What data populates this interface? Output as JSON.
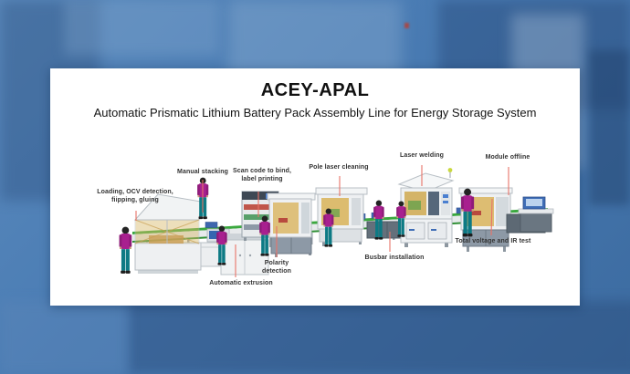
{
  "header": {
    "title": "ACEY-APAL",
    "subtitle": "Automatic Prismatic Lithium Battery Pack Assembly Line for Energy Storage System"
  },
  "diagram": {
    "stations": [
      {
        "id": "loading-ocv",
        "label": "Loading, OCV detection,\nfiipping, gluing"
      },
      {
        "id": "manual-stacking",
        "label": "Manual stacking"
      },
      {
        "id": "scan-code",
        "label": "Scan code to bind,\nlabel printing"
      },
      {
        "id": "pole-laser-cleaning",
        "label": "Pole laser cleaning"
      },
      {
        "id": "laser-welding",
        "label": "Laser welding"
      },
      {
        "id": "module-offline",
        "label": "Module offline"
      },
      {
        "id": "polarity-detection",
        "label": "Polarity\ndetection"
      },
      {
        "id": "automatic-extrusion",
        "label": "Automatic extrusion"
      },
      {
        "id": "busbar-installation",
        "label": "Busbar installation"
      },
      {
        "id": "total-voltage-ir-test",
        "label": "Total voltage and IR test"
      }
    ]
  },
  "colors": {
    "background_blue": "#4a7cb4",
    "card_white": "#ffffff",
    "leader_line_red": "#e87368",
    "label_text": "#333333",
    "worker_shirt_magenta": "#a8208f",
    "worker_pants_teal": "#0d7a84",
    "conveyor_green": "#3aa83e",
    "window_amber": "#d9b45c",
    "machine_gray": "#eef0f2",
    "accent_blue": "#3f6db6"
  }
}
